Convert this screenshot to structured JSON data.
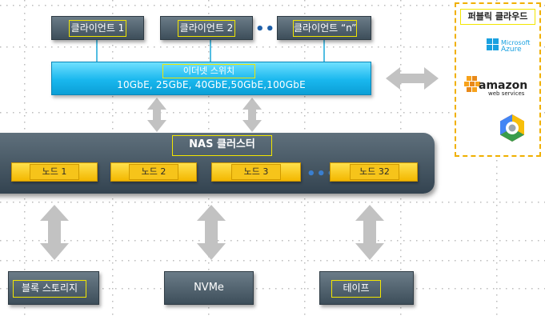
{
  "clients": {
    "items": [
      {
        "label": "클라이언트 1"
      },
      {
        "label": "클라이언트 2"
      },
      {
        "label": "클라이언트 “n”"
      }
    ],
    "ellipsis": "•••"
  },
  "switch": {
    "title": "이더넷 스위치",
    "speeds": "10GbE, 25GbE, 40GbE,50GbE,100GbE"
  },
  "cluster": {
    "title": "NAS 클러스터",
    "nodes": [
      {
        "label": "노드 1"
      },
      {
        "label": "노드 2"
      },
      {
        "label": "노드 3"
      },
      {
        "label": "노드 32"
      }
    ],
    "ellipsis": "•••"
  },
  "storage": [
    {
      "label": "블록 스토리지"
    },
    {
      "label": "NVMe"
    },
    {
      "label": "테이프"
    }
  ],
  "cloud": {
    "title": "퍼블릭 클라우드",
    "providers": [
      {
        "name": "Microsoft Azure",
        "line1": "Microsoft",
        "line2": "Azure",
        "icon": "azure-logo-icon"
      },
      {
        "name": "amazon web services",
        "line1": "amazon",
        "line2": "web services",
        "icon": "aws-logo-icon"
      },
      {
        "name": "Google Cloud",
        "icon": "google-cloud-logo-icon"
      }
    ]
  },
  "colors": {
    "switch": "#19b7ee",
    "node": "#f3b700",
    "dark_box": "#4a5b67",
    "highlight_border": "#f2e600",
    "cloud_border": "#f0b000",
    "arrow": "#c2c2c2"
  }
}
